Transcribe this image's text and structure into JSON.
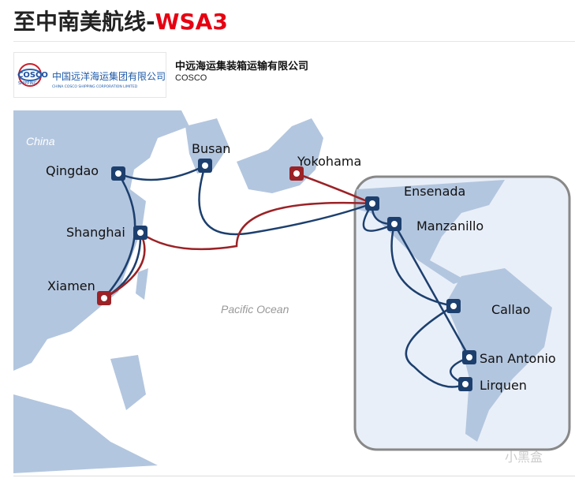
{
  "title": {
    "prefix": "至中南美航线-",
    "route_code": "WSA3"
  },
  "carrier": {
    "name": "中远海运集装箱运输有限公司",
    "short": "COSCO",
    "logo_text": "COSCO SHIPPING 中国远洋海运集团有限公司 CHINA COSCO SHIPPING CORPORATION LIMITED"
  },
  "map": {
    "region_labels": {
      "china": "China",
      "pacific": "Pacific  Ocean"
    },
    "ports": [
      "Qingdao",
      "Busan",
      "Yokohama",
      "Shanghai",
      "Xiamen",
      "Ensenada",
      "Manzanillo",
      "Callao",
      "San Antonio",
      "Lirquen"
    ],
    "colors": {
      "route_blue": "#1c3f6e",
      "route_red": "#9b2226",
      "land": "#b3c6df",
      "inset": "#e9eff8"
    }
  },
  "watermark": "小黑盒"
}
